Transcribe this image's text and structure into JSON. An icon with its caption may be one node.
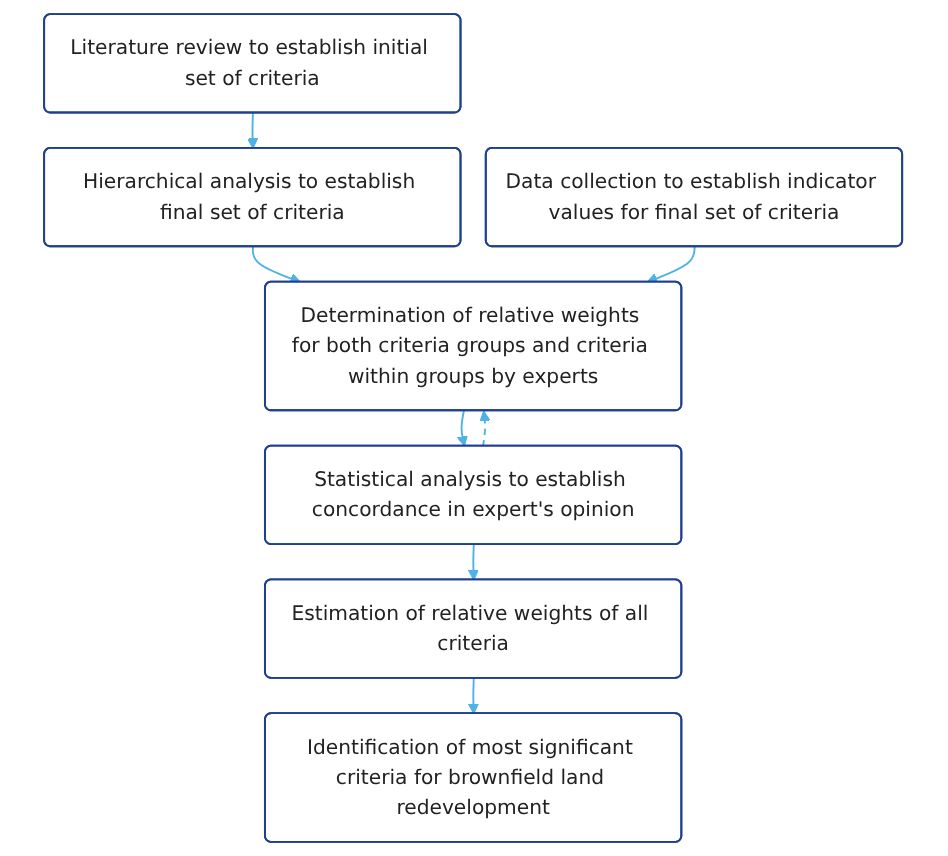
{
  "diagram": {
    "nodes": [
      {
        "text": [
          "Literature review to establish initial set of criteria"
        ]
      },
      {
        "text": [
          "Hierarchical analysis to establish final set of criteria"
        ]
      },
      {
        "text": [
          "Data collection to establish indicator values for final set of criteria"
        ]
      },
      {
        "text": [
          "Determination of relative weights for both criteria groups and criteria within groups by experts"
        ]
      },
      {
        "text": [
          "Statistical analysis to establish concordance in expert's opinion"
        ]
      },
      {
        "text": [
          "Estimation of relative weights of all criteria"
        ]
      },
      {
        "text": [
          "Identification of most significant criteria for brownfield land redevelopment"
        ]
      }
    ],
    "edges": [
      {
        "from": 0,
        "to": 1,
        "arrow": "to"
      },
      {
        "from": 1,
        "to": 3,
        "arrow": "to"
      },
      {
        "from": 2,
        "to": 3,
        "arrow": "to"
      },
      {
        "from": 3,
        "to": 4,
        "arrow": "to"
      },
      {
        "from": 4,
        "to": 3,
        "arrow": "to",
        "style": "dashed"
      },
      {
        "from": 4,
        "to": 5,
        "arrow": "to"
      },
      {
        "from": 5,
        "to": 6,
        "arrow": "to"
      }
    ]
  }
}
